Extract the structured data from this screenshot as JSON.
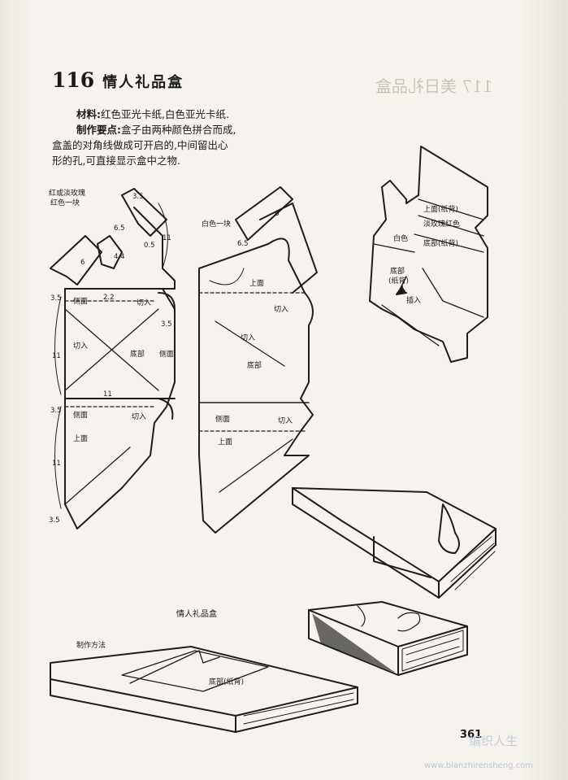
{
  "page": {
    "number": "116",
    "title": "情人礼品盒",
    "materials_label": "材料:",
    "materials": "红色亚光卡纸,白色亚光卡纸.",
    "method_label": "制作要点:",
    "method": "盒子由两种颜色拼合而成,",
    "method_2": "盒盖的对角线做成可开启的,中间留出心",
    "method_3": "形的孔,可直接显示盒中之物.",
    "ghost_title": "117 美日礼品盒",
    "page_number": "361"
  },
  "diagram_left": {
    "color_note_1": "红或淡玫瑰",
    "color_note_2": "红色一块",
    "labels": {
      "side_1": "侧面",
      "side_2": "侧面",
      "side_3": "侧面",
      "cut_1": "切入",
      "cut_2": "切入",
      "cut_3": "切入",
      "bottom": "底部",
      "top": "上面"
    },
    "dims": [
      "3.5",
      "6.5",
      "0.5",
      "11",
      "6",
      "4.4",
      "2.2",
      "3.5",
      "3.5",
      "11",
      "11",
      "3.5",
      "11",
      "3.5"
    ]
  },
  "diagram_middle": {
    "color_note": "白色一块",
    "labels": {
      "top_1": "上面",
      "cut_1": "切入",
      "cut_2": "切入",
      "bottom": "底部",
      "side": "侧面",
      "cut_3": "切入",
      "top_2": "上面"
    },
    "dims": [
      "6",
      "6.5"
    ]
  },
  "diagram_right": {
    "labels": {
      "top_back": "上面(纸背)",
      "rose_red": "淡玫瑰红色",
      "white": "白色",
      "bottom_back": "底部(纸背)",
      "bottom_back_2": "底部",
      "paper_back": "(纸背)",
      "insert": "插入"
    }
  },
  "bottom_section": {
    "caption": "情人礼品盒",
    "method": "制作方法",
    "bottom_label": "底部(纸背)"
  },
  "watermark": {
    "site": "www.bianzhirensheng.com",
    "brand": "编织人生"
  }
}
